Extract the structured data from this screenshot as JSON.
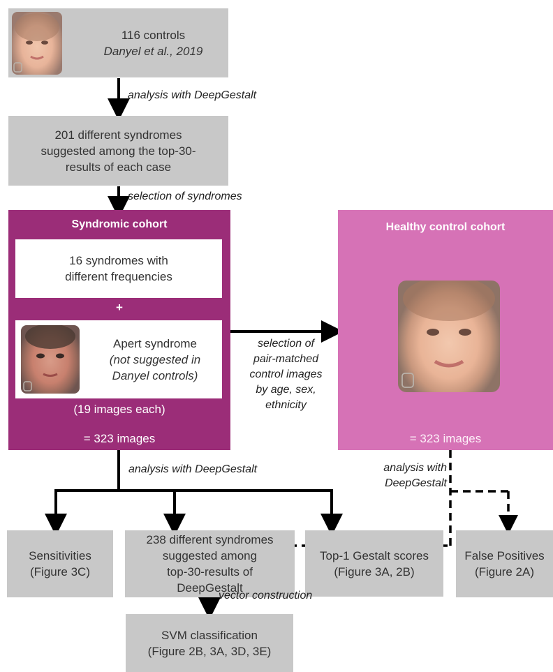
{
  "controls_box": {
    "line1": "116 controls",
    "line2": "Danyel et al., 2019"
  },
  "step1_label": "analysis with DeepGestalt",
  "syndromes_box": {
    "line1": "201 different syndromes",
    "line2": "suggested among the top-30-",
    "line3": "results of each case"
  },
  "step2_label": "selection of syndromes",
  "syndromic_cohort": {
    "title": "Syndromic cohort",
    "box1_line1": "16 syndromes with",
    "box1_line2": "different frequencies",
    "plus": "+",
    "apert_line1": "Apert syndrome",
    "apert_line2": "(not suggested in",
    "apert_line3": "Danyel controls)",
    "images_each": "(19 images each)",
    "total": "= 323 images"
  },
  "matching_label": {
    "line1": "selection of",
    "line2": "pair-matched",
    "line3": "control images",
    "line4": "by age, sex,",
    "line5": "ethnicity"
  },
  "healthy_cohort": {
    "title": "Healthy control cohort",
    "total": "= 323 images"
  },
  "step3_label": "analysis with DeepGestalt",
  "step4_label": {
    "line1": "analysis with",
    "line2": "DeepGestalt"
  },
  "outputs": {
    "sensitivities": {
      "line1": "Sensitivities",
      "line2": "(Figure 3C)"
    },
    "different_238": {
      "line1": "238 different syndromes",
      "line2": "suggested among",
      "line3": "top-30-results of",
      "line4": "DeepGestalt"
    },
    "top1": {
      "line1": "Top-1 Gestalt scores",
      "line2": "(Figure 3A, 2B)"
    },
    "false_positives": {
      "line1": "False Positives",
      "line2": "(Figure 2A)"
    }
  },
  "step5_label": "vector construction",
  "svm_box": {
    "line1": "SVM classification",
    "line2": "(Figure 2B, 3A, 3D, 3E)"
  },
  "colors": {
    "syndromic": "#9b2d78",
    "healthy": "#d672b6",
    "box_gray": "#c8c8c8",
    "arrow": "#000000"
  }
}
